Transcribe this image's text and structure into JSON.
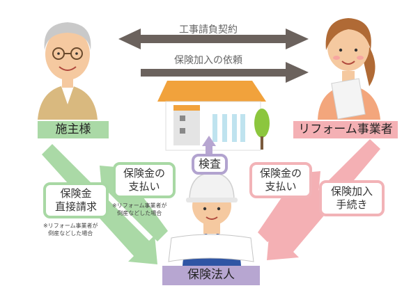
{
  "top_arrows": {
    "contract": "工事請負契約",
    "request": "保険加入の依頼"
  },
  "actors": {
    "owner": "施主様",
    "contractor": "リフォーム事業者",
    "insurer": "保険法人"
  },
  "inspection": "検査",
  "boxes": {
    "direct_claim": {
      "line1": "保険金",
      "line2": "直接請求"
    },
    "payment_left": {
      "line1": "保険金の",
      "line2": "支払い"
    },
    "payment_right": {
      "line1": "保険金の",
      "line2": "支払い"
    },
    "procedure": {
      "line1": "保険加入",
      "line2": "手続き"
    }
  },
  "notes": {
    "note1": {
      "line1": "※リフォーム事業者が",
      "line2": "倒産などした場合"
    },
    "note2": {
      "line1": "※リフォーム事業者が",
      "line2": "倒産などした場合"
    }
  },
  "colors": {
    "green": "#aad9a6",
    "pink": "#f4b0b4",
    "purple": "#b7a6d1",
    "gray_arrow": "#6b625d"
  }
}
